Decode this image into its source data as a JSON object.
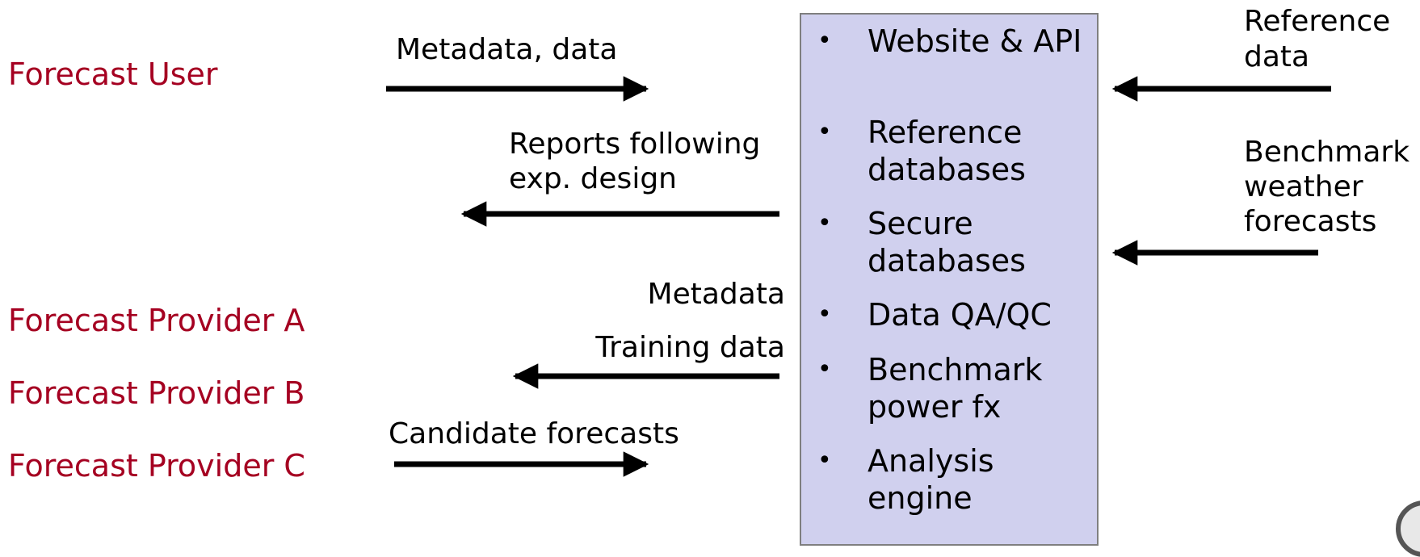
{
  "colors": {
    "actor": "#A50021",
    "box_fill": "#D0D0EE",
    "box_border": "#7F7F7F",
    "arrow": "#000000"
  },
  "actors": {
    "forecast_user": "Forecast User",
    "provider_a": "Forecast Provider A",
    "provider_b": "Forecast Provider B",
    "provider_c": "Forecast Provider C"
  },
  "flows": {
    "metadata_data": "Metadata, data",
    "reports": [
      "Reports following",
      "exp. design"
    ],
    "metadata": "Metadata",
    "training_data": "Training data",
    "candidate_forecasts": "Candidate forecasts",
    "reference_data": [
      "Reference",
      "data"
    ],
    "benchmark_weather": [
      "Benchmark",
      "weather",
      "forecasts"
    ]
  },
  "platform": {
    "bullet": "•",
    "items": [
      "Website & API",
      "Reference databases",
      "Secure databases",
      "Data QA/QC",
      "Benchmark power fx",
      "Analysis engine"
    ]
  }
}
